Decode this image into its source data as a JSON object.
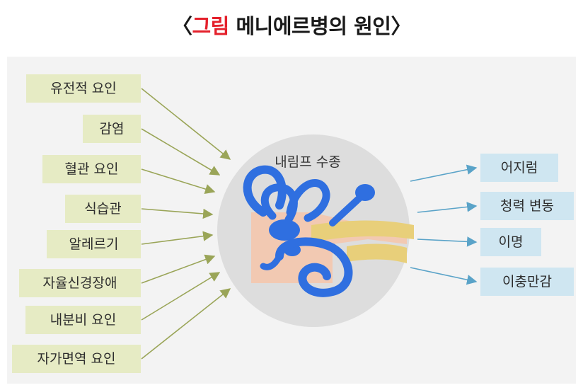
{
  "title": {
    "open_bracket": "〈",
    "highlight": "그림",
    "rest": " 메니에르병의 원인",
    "close_bracket": "〉"
  },
  "center": {
    "label": "내림프 수종"
  },
  "causes": [
    {
      "label": "유전적 요인"
    },
    {
      "label": "감염"
    },
    {
      "label": "혈관 요인"
    },
    {
      "label": "식습관"
    },
    {
      "label": "알레르기"
    },
    {
      "label": "자율신경장애"
    },
    {
      "label": "내분비 요인"
    },
    {
      "label": "자가면역 요인"
    }
  ],
  "symptoms": [
    {
      "label": "어지럼"
    },
    {
      "label": "청력 변동"
    },
    {
      "label": "이명"
    },
    {
      "label": "이충만감"
    }
  ],
  "colors": {
    "title_accent": "#e4202b",
    "cause_box": "#e6ebc4",
    "cause_arrow": "#9aa558",
    "symptom_box": "#cfe6f1",
    "symptom_arrow": "#5aa3c8",
    "labyrinth": "#2f6fe0",
    "nerve": "#e8cf7a"
  }
}
